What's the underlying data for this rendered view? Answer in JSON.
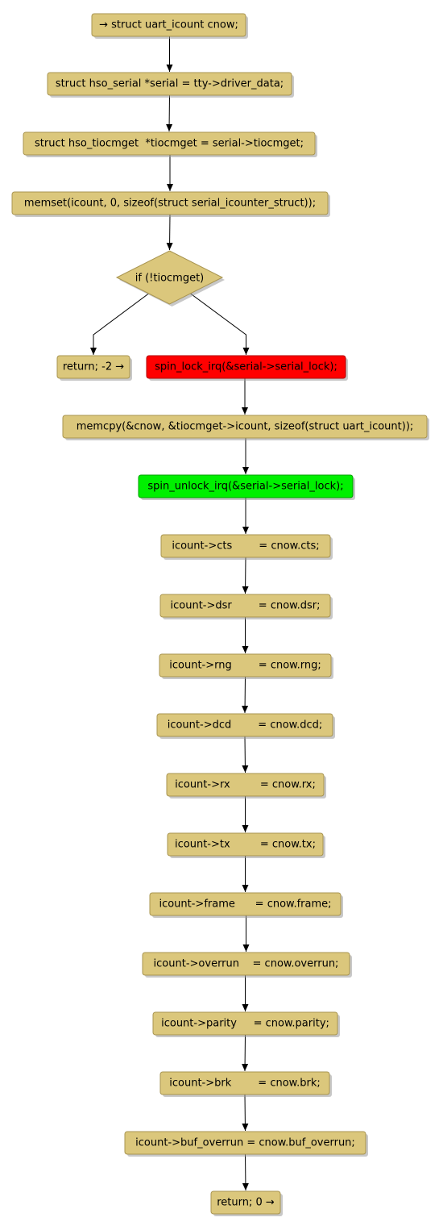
{
  "colors": {
    "node_fill": "#dbc77c",
    "node_border": "#a89450",
    "shadow": "#9a9a9a",
    "lock_fill": "#ff0000",
    "lock_text": "#8b0000",
    "unlock_fill": "#00f000",
    "edge": "#000000",
    "text": "#000000"
  },
  "nodes": [
    {
      "id": "n1",
      "shape": "box",
      "label": "→ struct uart_icount cnow;"
    },
    {
      "id": "n2",
      "shape": "box",
      "label": "struct hso_serial *serial = tty->driver_data;"
    },
    {
      "id": "n3",
      "shape": "box",
      "label": "struct hso_tiocmget  *tiocmget = serial->tiocmget;"
    },
    {
      "id": "n4",
      "shape": "box",
      "label": "memset(icount, 0, sizeof(struct serial_icounter_struct));"
    },
    {
      "id": "n5",
      "shape": "diamond",
      "label": "if (!tiocmget)"
    },
    {
      "id": "n6",
      "shape": "box",
      "label": "return; -2 →"
    },
    {
      "id": "n7",
      "shape": "box",
      "label": "spin_lock_irq(&serial->serial_lock);",
      "highlight": "lock"
    },
    {
      "id": "n8",
      "shape": "box",
      "label": "memcpy(&cnow, &tiocmget->icount, sizeof(struct uart_icount));"
    },
    {
      "id": "n9",
      "shape": "box",
      "label": "spin_unlock_irq(&serial->serial_lock);",
      "highlight": "unlock"
    },
    {
      "id": "n10",
      "shape": "box",
      "label": "icount->cts        = cnow.cts;"
    },
    {
      "id": "n11",
      "shape": "box",
      "label": "icount->dsr        = cnow.dsr;"
    },
    {
      "id": "n12",
      "shape": "box",
      "label": "icount->rng        = cnow.rng;"
    },
    {
      "id": "n13",
      "shape": "box",
      "label": "icount->dcd        = cnow.dcd;"
    },
    {
      "id": "n14",
      "shape": "box",
      "label": "icount->rx         = cnow.rx;"
    },
    {
      "id": "n15",
      "shape": "box",
      "label": "icount->tx         = cnow.tx;"
    },
    {
      "id": "n16",
      "shape": "box",
      "label": "icount->frame      = cnow.frame;"
    },
    {
      "id": "n17",
      "shape": "box",
      "label": "icount->overrun    = cnow.overrun;"
    },
    {
      "id": "n18",
      "shape": "box",
      "label": "icount->parity     = cnow.parity;"
    },
    {
      "id": "n19",
      "shape": "box",
      "label": "icount->brk        = cnow.brk;"
    },
    {
      "id": "n20",
      "shape": "box",
      "label": "icount->buf_overrun = cnow.buf_overrun;"
    },
    {
      "id": "n21",
      "shape": "box",
      "label": "return; 0 →"
    }
  ],
  "edges": [
    {
      "from": "n1",
      "to": "n2"
    },
    {
      "from": "n2",
      "to": "n3"
    },
    {
      "from": "n3",
      "to": "n4"
    },
    {
      "from": "n4",
      "to": "n5"
    },
    {
      "from": "n5",
      "to": "n6"
    },
    {
      "from": "n5",
      "to": "n7"
    },
    {
      "from": "n7",
      "to": "n8"
    },
    {
      "from": "n8",
      "to": "n9"
    },
    {
      "from": "n9",
      "to": "n10"
    },
    {
      "from": "n10",
      "to": "n11"
    },
    {
      "from": "n11",
      "to": "n12"
    },
    {
      "from": "n12",
      "to": "n13"
    },
    {
      "from": "n13",
      "to": "n14"
    },
    {
      "from": "n14",
      "to": "n15"
    },
    {
      "from": "n15",
      "to": "n16"
    },
    {
      "from": "n16",
      "to": "n17"
    },
    {
      "from": "n17",
      "to": "n18"
    },
    {
      "from": "n18",
      "to": "n19"
    },
    {
      "from": "n19",
      "to": "n20"
    },
    {
      "from": "n20",
      "to": "n21"
    }
  ]
}
